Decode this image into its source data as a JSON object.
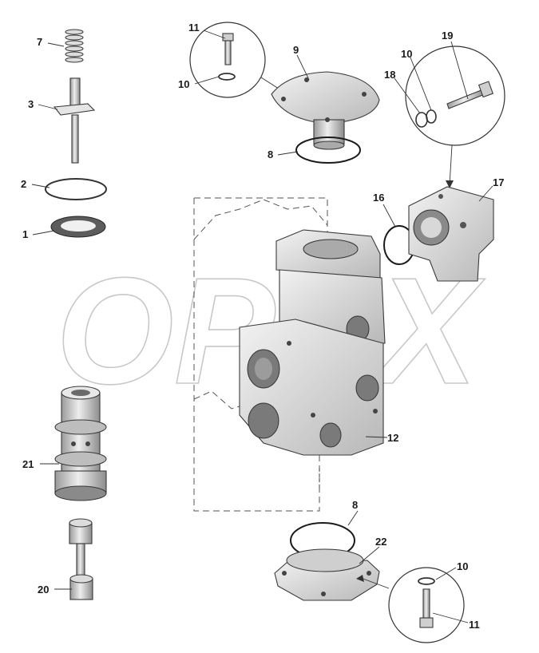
{
  "watermark": "OPEX",
  "callouts": {
    "p7": "7",
    "p3": "3",
    "p2": "2",
    "p1": "1",
    "p21": "21",
    "p20": "20",
    "p11a": "11",
    "p10a": "10",
    "p9": "9",
    "p8a": "8",
    "p19": "19",
    "p10b": "10",
    "p18": "18",
    "p16": "16",
    "p17": "17",
    "p12": "12",
    "p8b": "8",
    "p22": "22",
    "p10c": "10",
    "p11b": "11"
  },
  "colors": {
    "metal_light": "#e8e8e8",
    "metal_mid": "#bdbdbd",
    "metal_dark": "#7a7a7a",
    "line": "#333333"
  }
}
